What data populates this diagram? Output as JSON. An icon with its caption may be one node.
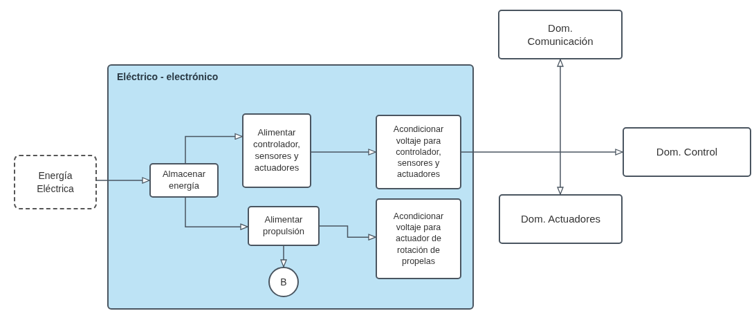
{
  "diagram": {
    "nodes": [
      {
        "text": [
          "Energía Eléctrica"
        ]
      },
      {
        "text": [
          "Eléctrico - electrónico"
        ]
      },
      {
        "text": [
          "Almacenar energía"
        ],
        "in": 1
      },
      {
        "text": [
          "Alimentar controlador, sensores y actuadores"
        ],
        "in": 1
      },
      {
        "text": [
          "Alimentar propulsión"
        ],
        "in": 1
      },
      {
        "text": [
          "B"
        ],
        "in": 1
      },
      {
        "text": [
          "Acondicionar voltaje para controlador, sensores y actuadores"
        ],
        "in": 1
      },
      {
        "text": [
          "Acondicionar voltaje para actuador de rotación de propelas"
        ],
        "in": 1
      },
      {
        "text": [
          "Dom. Comunicación"
        ]
      },
      {
        "text": [
          "Dom. Control"
        ]
      },
      {
        "text": [
          "Dom. Actuadores"
        ]
      }
    ],
    "edges": [
      {
        "from": 0,
        "to": 2,
        "arrow": "to"
      },
      {
        "from": 2,
        "to": 3,
        "arrow": "to"
      },
      {
        "from": 2,
        "to": 4,
        "arrow": "to"
      },
      {
        "from": 3,
        "to": 6,
        "arrow": "to"
      },
      {
        "from": 4,
        "to": 7,
        "arrow": "to"
      },
      {
        "from": 4,
        "to": 5,
        "arrow": "to"
      },
      {
        "from": 6,
        "to": 9,
        "arrow": "to"
      },
      {
        "from": 8,
        "to": 10,
        "arrow": "both"
      }
    ]
  }
}
